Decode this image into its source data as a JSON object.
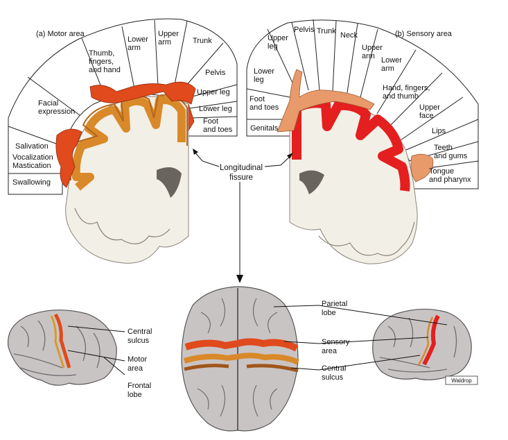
{
  "motor_panel": {
    "title": "(a) Motor area",
    "labels": [
      {
        "id": "swallowing",
        "lines": [
          "Swallowing"
        ]
      },
      {
        "id": "mastication",
        "lines": [
          "Mastication"
        ]
      },
      {
        "id": "vocalization",
        "lines": [
          "Vocalization"
        ]
      },
      {
        "id": "salivation",
        "lines": [
          "Salivation"
        ]
      },
      {
        "id": "facial-expression",
        "lines": [
          "Facial",
          "expression"
        ]
      },
      {
        "id": "thumb-fingers-hand",
        "lines": [
          "Thumb,",
          "fingers,",
          "and hand"
        ]
      },
      {
        "id": "lower-arm",
        "lines": [
          "Lower",
          "arm"
        ]
      },
      {
        "id": "upper-arm",
        "lines": [
          "Upper",
          "arm"
        ]
      },
      {
        "id": "trunk",
        "lines": [
          "Trunk"
        ]
      },
      {
        "id": "pelvis",
        "lines": [
          "Pelvis"
        ]
      },
      {
        "id": "upper-leg",
        "lines": [
          "Upper  leg"
        ]
      },
      {
        "id": "lower-leg",
        "lines": [
          "Lower leg"
        ]
      },
      {
        "id": "foot-and-toes",
        "lines": [
          "Foot",
          "and toes"
        ]
      }
    ]
  },
  "sensory_panel": {
    "title": "(b) Sensory area",
    "labels": [
      {
        "id": "genitals",
        "lines": [
          "Genitals"
        ]
      },
      {
        "id": "foot-and-toes",
        "lines": [
          "Foot",
          "and toes"
        ]
      },
      {
        "id": "lower-leg",
        "lines": [
          "Lower",
          "leg"
        ]
      },
      {
        "id": "upper-leg",
        "lines": [
          "Upper",
          "leg"
        ]
      },
      {
        "id": "pelvis",
        "lines": [
          "Pelvis"
        ]
      },
      {
        "id": "trunk",
        "lines": [
          "Trunk"
        ]
      },
      {
        "id": "neck",
        "lines": [
          "Neck"
        ]
      },
      {
        "id": "upper-arm",
        "lines": [
          "Upper",
          "arm"
        ]
      },
      {
        "id": "lower-arm",
        "lines": [
          "Lower",
          "arm"
        ]
      },
      {
        "id": "hand-fingers-thumb",
        "lines": [
          "Hand, fingers,",
          "and thumb"
        ]
      },
      {
        "id": "upper-face",
        "lines": [
          "Upper",
          "face"
        ]
      },
      {
        "id": "lips",
        "lines": [
          "Lips"
        ]
      },
      {
        "id": "teeth-and-gums",
        "lines": [
          "Teeth",
          "and gums"
        ]
      },
      {
        "id": "tongue-and-pharynx",
        "lines": [
          "Tongue",
          "and pharynx"
        ]
      }
    ]
  },
  "center": {
    "fissure": [
      "Longitudinal",
      "fissure"
    ]
  },
  "left_brain": {
    "central_sulcus": [
      "Central",
      "sulcus"
    ],
    "motor_area": [
      "Motor",
      "area"
    ],
    "frontal_lobe": [
      "Frontal",
      "lobe"
    ]
  },
  "right_brain": {
    "parietal_lobe": [
      "Parietal",
      "lobe"
    ],
    "sensory_area": [
      "Sensory",
      "area"
    ],
    "central_sulcus": [
      "Central",
      "sulcus"
    ]
  },
  "credit": "Waldrop",
  "colors": {
    "motor_cortex": "#d9892a",
    "motor_strip": "#e04a1c",
    "sensory_cortex": "#e41f1f",
    "white_matter": "#f2efe6",
    "brain_surface": "#c9c4c4",
    "sulcus": "#6f6a6e"
  }
}
